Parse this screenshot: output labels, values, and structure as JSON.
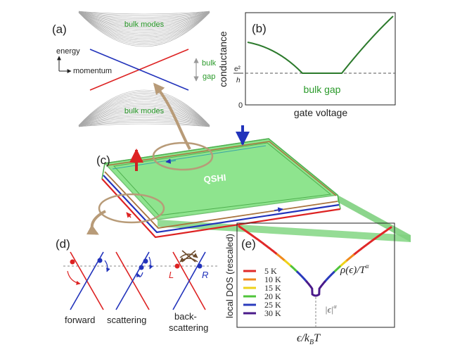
{
  "colors": {
    "green": "#2a9a2a",
    "dark_green": "#2c7a2c",
    "red": "#dd2222",
    "blue": "#2233bb",
    "tan": "#b89b78",
    "gray": "#9a9a9a",
    "slab_green": "#7be07b"
  },
  "panel_a": {
    "label": "(a)",
    "bulk_modes_top": "bulk modes",
    "bulk_modes_bottom": "bulk modes",
    "energy": "energy",
    "momentum": "momentum",
    "bulk": "bulk",
    "gap": "gap"
  },
  "panel_b": {
    "label": "(b)",
    "ylabel": "conductance",
    "xlabel": "gate voltage",
    "tick_num": "e²",
    "tick_den": "h",
    "tick_zero": "0",
    "annotation": "bulk gap"
  },
  "panel_c": {
    "label": "(c)",
    "slab_text": "QSHI"
  },
  "panel_d": {
    "label": "(d)",
    "forward": "forward",
    "scattering": "scattering",
    "back": "back-",
    "backscattering": "scattering",
    "L": "L",
    "R": "R"
  },
  "panel_e": {
    "label": "(e)",
    "ylabel": "local DOS (rescaled)",
    "xlabel": "ϵ/k",
    "xlabel_sub": "B",
    "xlabel_T": "T",
    "curve_label": "ρ(ϵ)/T",
    "curve_label_sup": "α",
    "abs_label": "|ϵ|",
    "abs_label_sup": "α",
    "legend": [
      {
        "label": "5 K",
        "color": "#e02828"
      },
      {
        "label": "10 K",
        "color": "#f08a1c"
      },
      {
        "label": "15 K",
        "color": "#eed21a"
      },
      {
        "label": "20 K",
        "color": "#4fc43a"
      },
      {
        "label": "25 K",
        "color": "#2a3bbd"
      },
      {
        "label": "30 K",
        "color": "#4a1a8a"
      }
    ]
  }
}
